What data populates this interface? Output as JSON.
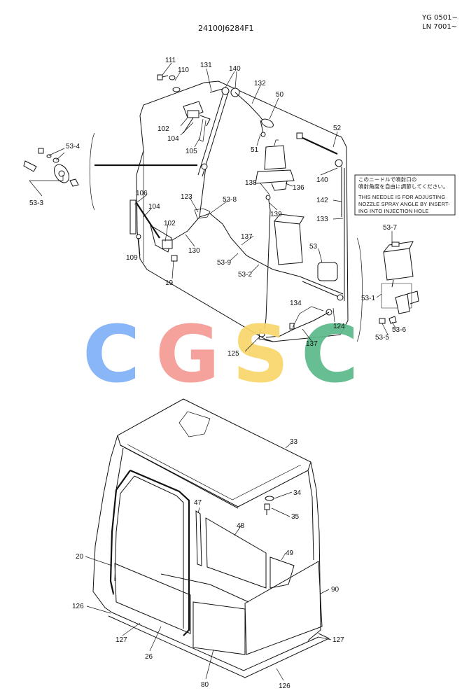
{
  "header": {
    "part_code": "24100J6284F1",
    "serial_1": "YG 0501~",
    "serial_2": "LN 7001~"
  },
  "watermark": {
    "letters": [
      "C",
      "G",
      "S",
      "C"
    ],
    "colors": [
      "#7fb0f7",
      "#f59a94",
      "#f8d66a",
      "#5cb98a"
    ]
  },
  "note": {
    "jp_line_1": "このニードルで噴射口の",
    "jp_line_2": "噴射角度を自由に調節してください。",
    "en_line_1": "THIS NEEDLE IS FOR ADJUSTING",
    "en_line_2": "NOZZLE SPRAY ANGLE BY INSERT-",
    "en_line_3": "ING INTO INJECTION HOLE"
  },
  "labels": {
    "p111": "111",
    "p110": "110",
    "p131": "131",
    "p140a": "140",
    "p132": "132",
    "p50": "50",
    "p102a": "102",
    "p104a": "104",
    "p105": "105",
    "p51": "51",
    "p52": "52",
    "p53_4": "53-4",
    "p53_3": "53-3",
    "p140b": "140",
    "p138": "138",
    "p136": "136",
    "p106": "106",
    "p104b": "104",
    "p123": "123",
    "p53_8": "53-8",
    "p139": "139",
    "p142": "142",
    "p133": "133",
    "p53_7": "53-7",
    "p102b": "102",
    "p130": "130",
    "p137a": "137",
    "p53": "53",
    "p109": "109",
    "p19": "19",
    "p53_9": "53-9",
    "p53_2": "53-2",
    "p53_1": "53-1",
    "p134": "134",
    "p124": "124",
    "p53_6": "53-6",
    "p53_5": "53-5",
    "p125": "125",
    "p137b": "137",
    "p33": "33",
    "p34": "34",
    "p35": "35",
    "p47": "47",
    "p48": "48",
    "p49": "49",
    "p20": "20",
    "p90": "90",
    "p126a": "126",
    "p127a": "127",
    "p26": "26",
    "p80": "80",
    "p127b": "127",
    "p126b": "126"
  }
}
